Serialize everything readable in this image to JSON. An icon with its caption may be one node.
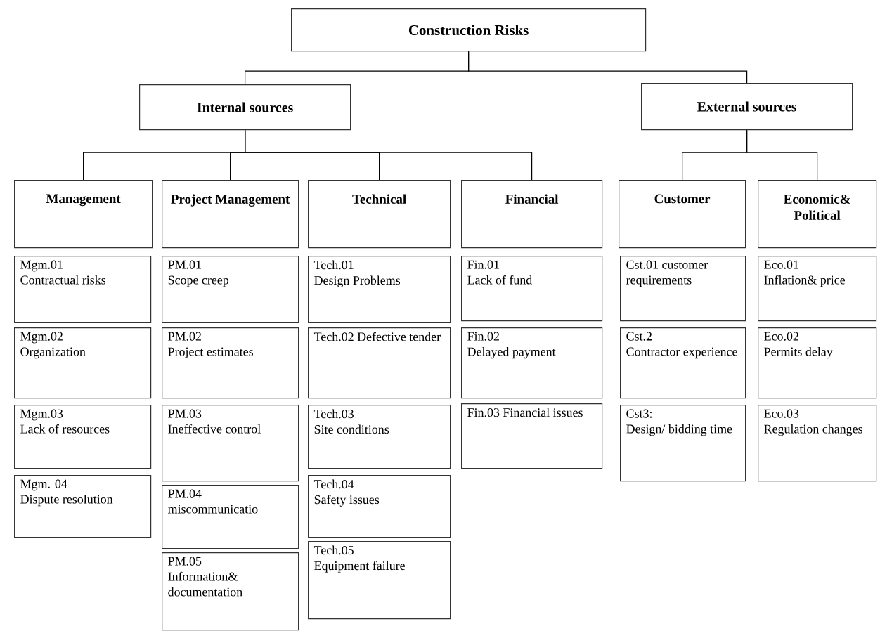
{
  "diagram": {
    "nodes": [
      {
        "text": [
          "Construction Risks"
        ]
      },
      {
        "text": [
          "Internal sources"
        ]
      },
      {
        "text": [
          "External sources"
        ]
      },
      {
        "text": [
          "Management"
        ]
      },
      {
        "text": [
          "Project Management"
        ]
      },
      {
        "text": [
          "Technical"
        ]
      },
      {
        "text": [
          "Financial"
        ]
      },
      {
        "text": [
          "Customer"
        ]
      },
      {
        "text": [
          "Economic& Political"
        ]
      },
      {
        "text": [
          "Mgm.01",
          "Contractual risks"
        ]
      },
      {
        "text": [
          "Mgm.02",
          "Organization"
        ]
      },
      {
        "text": [
          "Mgm.03",
          "Lack of resources"
        ]
      },
      {
        "text": [
          "Mgm. 04",
          "Dispute resolution"
        ]
      },
      {
        "text": [
          "PM.01",
          "Scope creep"
        ]
      },
      {
        "text": [
          "PM.02",
          "Project estimates"
        ]
      },
      {
        "text": [
          "PM.03",
          "Ineffective control"
        ]
      },
      {
        "text": [
          "PM.04",
          "miscommunicatio"
        ]
      },
      {
        "text": [
          "PM.05",
          "Information& documentation"
        ]
      },
      {
        "text": [
          "Tech.01",
          "Design Problems"
        ]
      },
      {
        "text": [
          "Tech.02 Defective tender"
        ]
      },
      {
        "text": [
          "Tech.03",
          "Site conditions"
        ]
      },
      {
        "text": [
          "Tech.04",
          "Safety issues"
        ]
      },
      {
        "text": [
          "Tech.05",
          "Equipment failure"
        ]
      },
      {
        "text": [
          "Fin.01",
          "Lack of fund"
        ]
      },
      {
        "text": [
          "Fin.02",
          "Delayed payment"
        ]
      },
      {
        "text": [
          "Fin.03 Financial issues"
        ]
      },
      {
        "text": [
          "Cst.01 customer requirements"
        ]
      },
      {
        "text": [
          "Cst.2",
          "Contractor experience"
        ]
      },
      {
        "text": [
          "Cst3:",
          "Design/ bidding time"
        ]
      },
      {
        "text": [
          "Eco.01",
          "Inflation& price"
        ]
      },
      {
        "text": [
          "Eco.02",
          "Permits delay"
        ]
      },
      {
        "text": [
          "Eco.03",
          "Regulation changes"
        ]
      }
    ],
    "edges": [
      {
        "from": 0,
        "to": 1,
        "arrow": "none"
      },
      {
        "from": 0,
        "to": 2,
        "arrow": "none"
      },
      {
        "from": 1,
        "to": 3,
        "arrow": "none"
      },
      {
        "from": 1,
        "to": 4,
        "arrow": "none"
      },
      {
        "from": 1,
        "to": 5,
        "arrow": "none"
      },
      {
        "from": 1,
        "to": 6,
        "arrow": "none"
      },
      {
        "from": 2,
        "to": 7,
        "arrow": "none"
      },
      {
        "from": 2,
        "to": 8,
        "arrow": "none"
      }
    ]
  }
}
